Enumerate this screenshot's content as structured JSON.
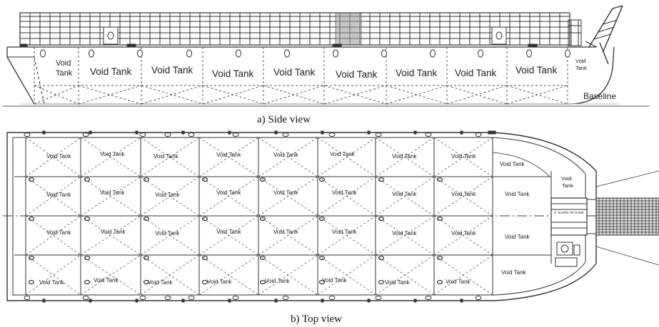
{
  "side_view": {
    "caption": "a) Side view",
    "tank_label": "Void Tank",
    "stern_tank": {
      "line1": "Void",
      "line2": "Tank"
    },
    "bow_tank": {
      "line1": "Void",
      "line2": "Tank"
    },
    "baseline_label": "Baseline"
  },
  "top_view": {
    "caption": "b) Top view",
    "tank_label": "Void Tank",
    "bow_tank": {
      "line1": "Void",
      "line2": "Tank"
    },
    "ramp_note": "4\" SLOPE OF RAMP"
  }
}
